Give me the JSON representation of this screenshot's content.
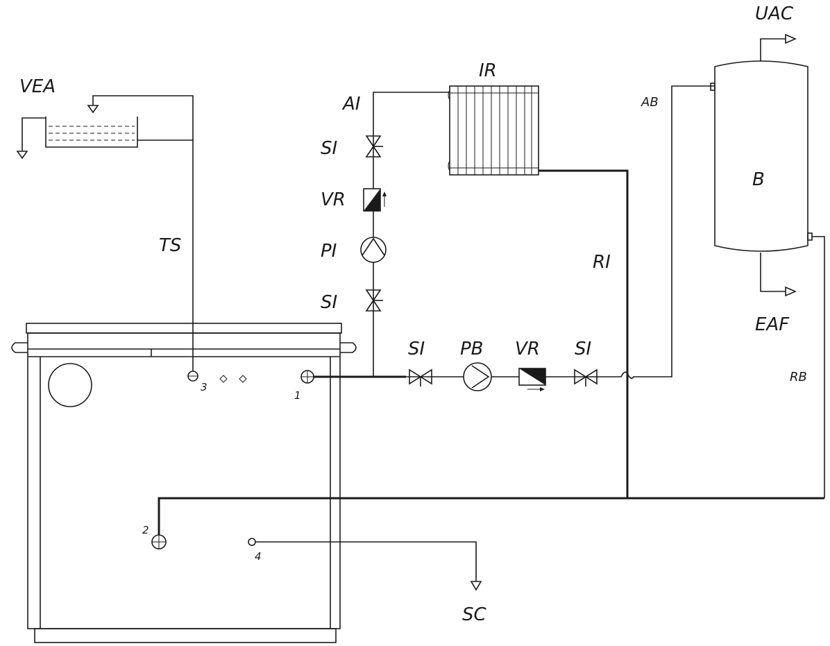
{
  "labels": {
    "vea": "VEA",
    "ts": "TS",
    "ai": "AI",
    "si_top": "SI",
    "vr_top": "VR",
    "pi": "PI",
    "si_mid": "SI",
    "ir": "IR",
    "ri": "RI",
    "ab": "AB",
    "uac": "UAC",
    "b": "B",
    "eaf": "EAF",
    "rb": "RB",
    "si_low_left": "SI",
    "pb": "PB",
    "vr_low": "VR",
    "si_low_right": "SI",
    "sc": "SC",
    "port_1": "1",
    "port_2": "2",
    "port_3": "3",
    "port_4": "4"
  }
}
